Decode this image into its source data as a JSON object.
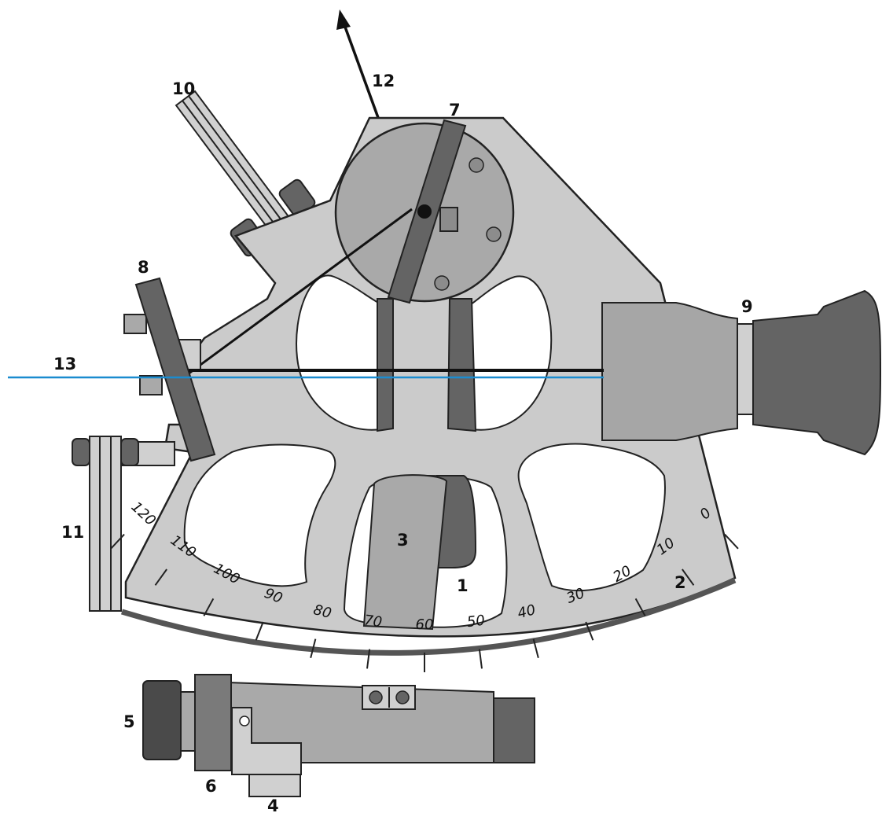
{
  "labels": {
    "l1": "1",
    "l2": "2",
    "l3": "3",
    "l4": "4",
    "l5": "5",
    "l6": "6",
    "l7": "7",
    "l8": "8",
    "l9": "9",
    "l10": "10",
    "l11": "11",
    "l12": "12",
    "l13": "13"
  },
  "scale": {
    "ticks": [
      "120",
      "110",
      "100",
      "90",
      "80",
      "70",
      "60",
      "50",
      "40",
      "30",
      "20",
      "10",
      "0"
    ]
  },
  "colors": {
    "frame": "#cbcbcb",
    "index_arm": "#a9a9a9",
    "dark_part": "#646464",
    "mid_part": "#a6a6a6",
    "light_part": "#d0d0d0",
    "sight_line": "#1a8ccf",
    "ray": "#111111"
  }
}
